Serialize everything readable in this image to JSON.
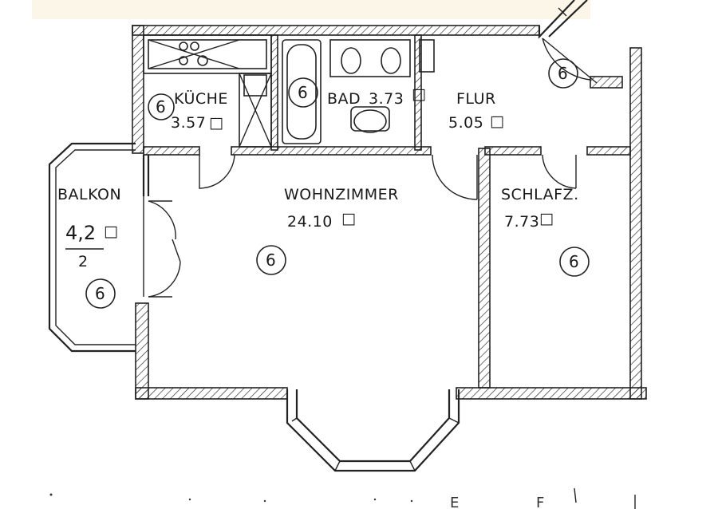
{
  "rooms": {
    "kueche": {
      "name": "KÜCHE",
      "area": "3.57"
    },
    "bad": {
      "name": "BAD",
      "area": "3.73"
    },
    "flur": {
      "name": "FLUR",
      "area": "5.05"
    },
    "wohnzimmer": {
      "name": "WOHNZIMMER",
      "area": "24.10"
    },
    "schlafz": {
      "name": "SCHLAFZ.",
      "area": "7.73"
    },
    "balkon": {
      "name": "BALKON",
      "area": "4,2",
      "divisor": "2"
    }
  },
  "area_unit_symbol": "□",
  "circle_marker": "6",
  "bottom_text": {
    "left": "E",
    "right": "F"
  },
  "colors": {
    "paper": "#ffffff",
    "line": "#222222",
    "top_strip": "#fbf6e8"
  }
}
